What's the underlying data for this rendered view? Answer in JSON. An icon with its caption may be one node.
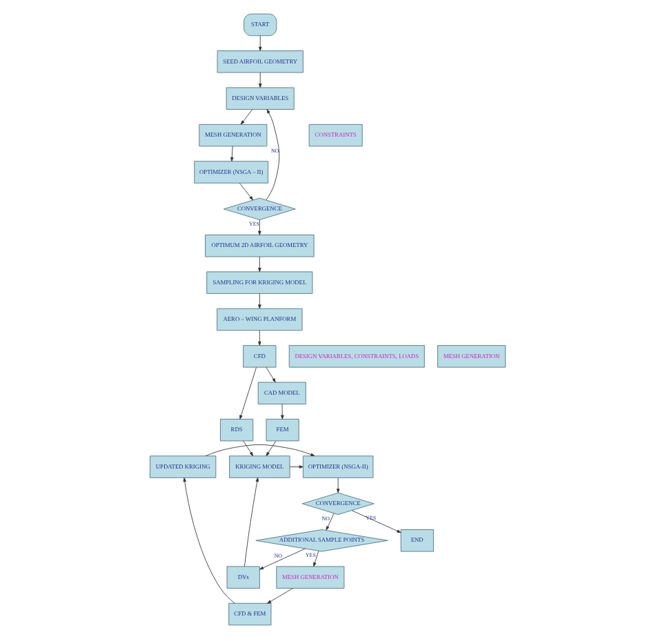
{
  "diagram": {
    "nodes": [
      {
        "text": [
          "START"
        ]
      },
      {
        "text": [
          "SEED AIRFOIL GEOMETRY"
        ]
      },
      {
        "text": [
          "DESIGN VARIABLES"
        ]
      },
      {
        "text": [
          "CONSTRAINTS"
        ]
      },
      {
        "text": [
          "MESH GENERATION"
        ]
      },
      {
        "text": [
          "OPTIMIZER (NSGA – II)"
        ]
      },
      {
        "text": [
          "CONVERGENCE"
        ]
      },
      {
        "text": [
          "OPTIMUM 2D AIRFOIL GEOMETRY"
        ]
      },
      {
        "text": [
          "SAMPLING FOR KRIGING MODEL"
        ]
      },
      {
        "text": [
          "MESH GENERATION"
        ]
      },
      {
        "text": [
          "CFD & FEM"
        ]
      },
      {
        "text": [
          "ADDITIONAL SAMPLE POINTS"
        ]
      },
      {
        "text": [
          "DVs"
        ]
      },
      {
        "text": [
          "AERO – WING PLANFORM"
        ]
      },
      {
        "text": [
          "CONVERGENCE"
        ]
      },
      {
        "text": [
          "END"
        ]
      },
      {
        "text": [
          "RDS"
        ]
      },
      {
        "text": [
          "DESIGN VARIABLES, CONSTRAINTS, LOADS"
        ]
      },
      {
        "text": [
          "CFD"
        ]
      },
      {
        "text": [
          "MESH GENERATION"
        ]
      },
      {
        "text": [
          "CAD MODEL"
        ]
      },
      {
        "text": [
          "FEM"
        ]
      },
      {
        "text": [
          "KRIGING MODEL"
        ]
      },
      {
        "text": [
          "OPTIMIZER (NSGA-II)"
        ]
      },
      {
        "text": [
          "UPDATED KRIGING"
        ]
      }
    ],
    "edges": [
      {
        "from": 0,
        "to": 1,
        "arrow": "to"
      },
      {
        "from": 1,
        "to": 2,
        "arrow": "to"
      },
      {
        "from": 2,
        "to": 4,
        "arrow": "to"
      },
      {
        "from": 4,
        "to": 5,
        "arrow": "to"
      },
      {
        "from": 5,
        "to": 6,
        "arrow": "to"
      },
      {
        "from": 6,
        "to": 2,
        "arrow": "to",
        "label": "NO"
      },
      {
        "from": 6,
        "to": 7,
        "arrow": "to",
        "label": "YES"
      },
      {
        "from": 7,
        "to": 8,
        "arrow": "to"
      },
      {
        "from": 8,
        "to": 13,
        "arrow": "to"
      },
      {
        "from": 13,
        "to": 18,
        "arrow": "to"
      },
      {
        "from": 18,
        "to": 16,
        "arrow": "to"
      },
      {
        "from": 18,
        "to": 20,
        "arrow": "to"
      },
      {
        "from": 20,
        "to": 21,
        "arrow": "to"
      },
      {
        "from": 21,
        "to": 22,
        "arrow": "to"
      },
      {
        "from": 16,
        "to": 22,
        "arrow": "to"
      },
      {
        "from": 12,
        "to": 22,
        "arrow": "to"
      },
      {
        "from": 22,
        "to": 23,
        "arrow": "to"
      },
      {
        "from": 24,
        "to": 23,
        "arrow": "to"
      },
      {
        "from": 23,
        "to": 14,
        "arrow": "to"
      },
      {
        "from": 14,
        "to": 15,
        "arrow": "to",
        "label": "YES"
      },
      {
        "from": 14,
        "to": 11,
        "arrow": "to",
        "label": "NO"
      },
      {
        "from": 11,
        "to": 12,
        "arrow": "to",
        "label": "NO"
      },
      {
        "from": 11,
        "to": 9,
        "arrow": "to",
        "label": "YES"
      },
      {
        "from": 9,
        "to": 10,
        "arrow": "to"
      },
      {
        "from": 10,
        "to": 24,
        "arrow": "to"
      }
    ]
  }
}
